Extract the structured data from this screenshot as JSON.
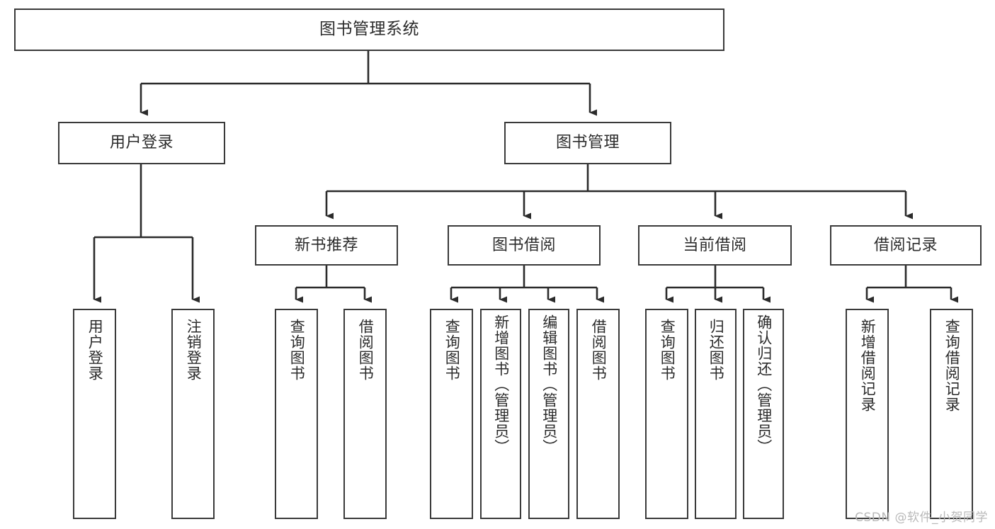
{
  "diagram": {
    "title": "图书管理系统",
    "type": "tree-hierarchy-chart",
    "watermark": "CSDN @软件_小贺同学",
    "stroke_color": "#3a3a3a",
    "fill_color": "#ffffff",
    "text_color": "#2b2b2b",
    "watermark_color": "#b9b9b9"
  },
  "nodes": {
    "root": {
      "label": "图书管理系统"
    },
    "level2": [
      {
        "id": "user-login",
        "label": "用户登录"
      },
      {
        "id": "book-manage",
        "label": "图书管理"
      }
    ],
    "level3": [
      {
        "id": "new-book-recommend",
        "label": "新书推荐"
      },
      {
        "id": "book-borrow",
        "label": "图书借阅"
      },
      {
        "id": "current-borrow",
        "label": "当前借阅"
      },
      {
        "id": "borrow-record",
        "label": "借阅记录"
      }
    ],
    "leaves": {
      "user-login": [
        {
          "id": "leaf-user-login",
          "label": "用户登录"
        },
        {
          "id": "leaf-user-logout",
          "label": "注销登录"
        }
      ],
      "new-book-recommend": [
        {
          "id": "leaf-query-book-1",
          "label": "查询图书"
        },
        {
          "id": "leaf-borrow-book-1",
          "label": "借阅图书"
        }
      ],
      "book-borrow": [
        {
          "id": "leaf-query-book-2",
          "label": "查询图书"
        },
        {
          "id": "leaf-add-book",
          "label": "新增图书（管理员）"
        },
        {
          "id": "leaf-edit-book",
          "label": "编辑图书（管理员）"
        },
        {
          "id": "leaf-borrow-book-2",
          "label": "借阅图书"
        }
      ],
      "current-borrow": [
        {
          "id": "leaf-query-book-3",
          "label": "查询图书"
        },
        {
          "id": "leaf-return-book",
          "label": "归还图书"
        },
        {
          "id": "leaf-confirm-return",
          "label": "确认归还（管理员）"
        }
      ],
      "borrow-record": [
        {
          "id": "leaf-add-record",
          "label": "新增借阅记录"
        },
        {
          "id": "leaf-query-record",
          "label": "查询借阅记录"
        }
      ]
    }
  }
}
